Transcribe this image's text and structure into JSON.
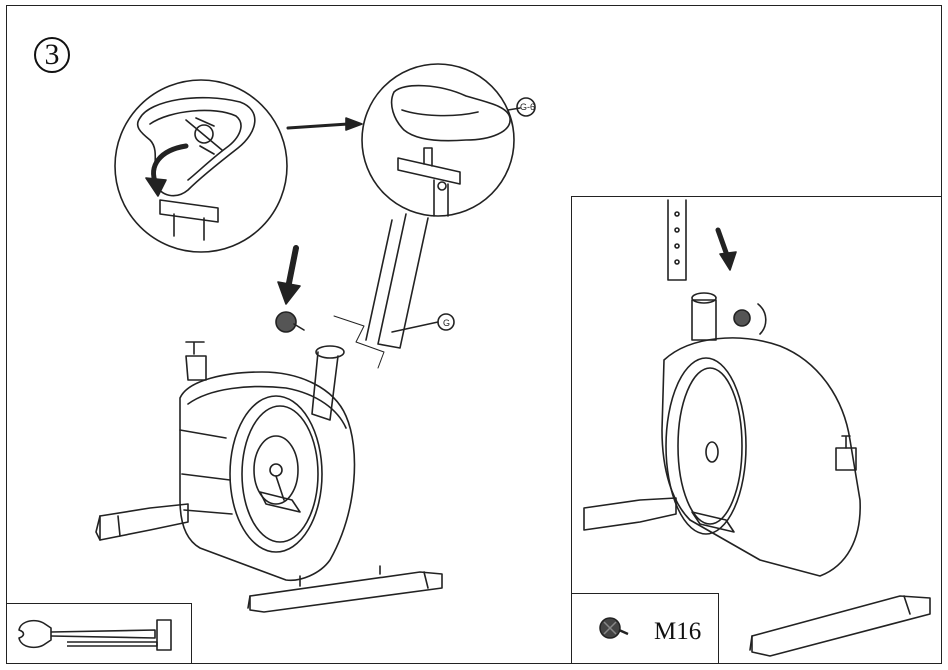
{
  "step": {
    "number": "3"
  },
  "labels": {
    "seat": "G-6",
    "seat_post": "G"
  },
  "hardware": {
    "bolt_size": "M16",
    "bolt_icon": "knob-bolt-icon"
  },
  "tool": {
    "icon": "allen-wrench-icon"
  },
  "colors": {
    "line": "#222222",
    "paper": "#ffffff"
  }
}
